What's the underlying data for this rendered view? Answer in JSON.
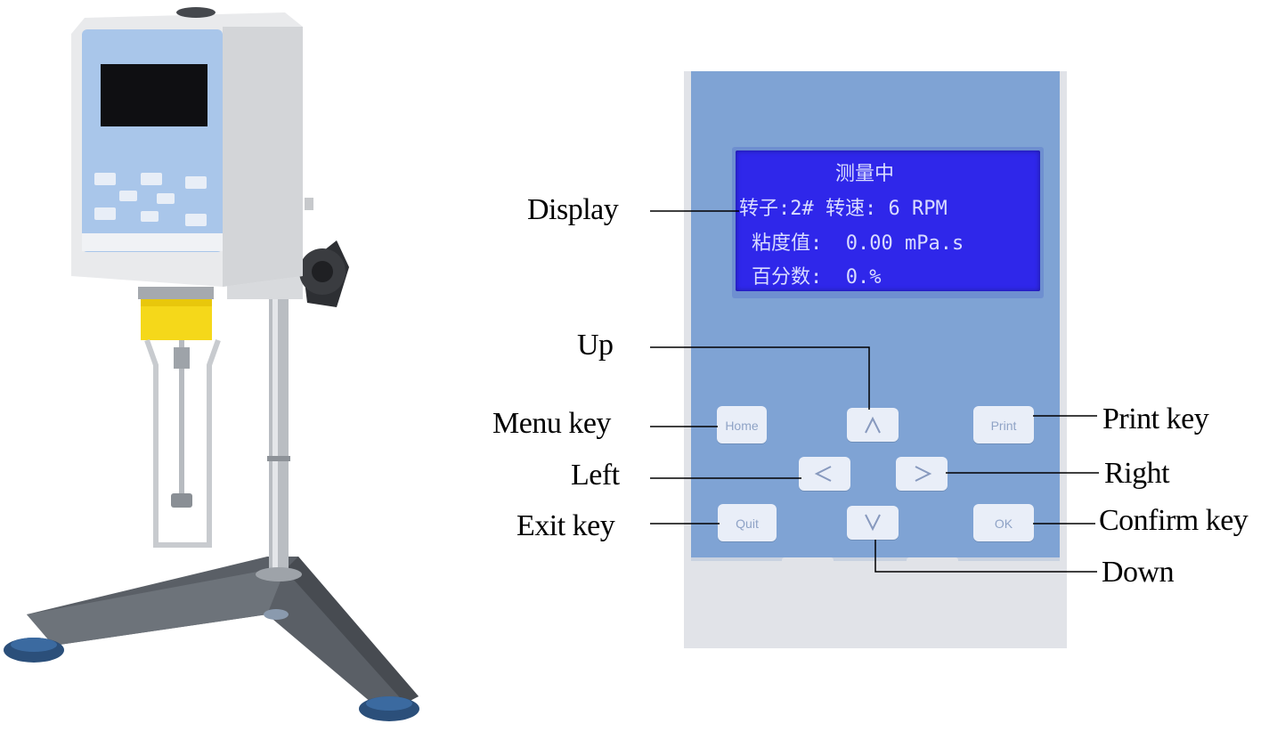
{
  "device_screen": {
    "line1": "测量中",
    "line2": "转子:2# 转速: 6 RPM",
    "line3": "粘度值:  0.00 mPa.s",
    "line4": "百分数:  0.%"
  },
  "keys": {
    "home": "Home",
    "print": "Print",
    "quit": "Quit",
    "ok": "OK",
    "up": "^",
    "down": "V",
    "left": "<",
    "right": ">"
  },
  "labels": {
    "display": "Display",
    "up": "Up",
    "menu_key": "Menu key",
    "left": "Left",
    "exit_key": "Exit key",
    "print_key": "Print key",
    "right": "Right",
    "confirm_key": "Confirm key",
    "down": "Down"
  },
  "colors": {
    "panel_blue": "#7fa3d4",
    "lcd_blue": "#2f27ea",
    "key_face": "#e9eef8",
    "rotor_yellow": "#f5d81a"
  }
}
